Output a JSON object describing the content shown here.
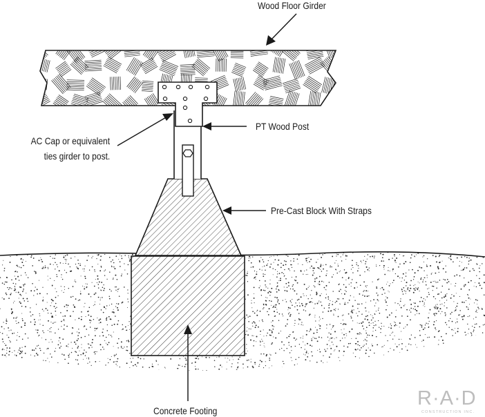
{
  "labels": {
    "girder": "Wood Floor Girder",
    "post": "PT Wood Post",
    "cap_line1": "AC Cap or equivalent",
    "cap_line2": "ties girder to post.",
    "block": "Pre-Cast Block With Straps",
    "footing": "Concrete Footing"
  },
  "logo": {
    "mark": "R·A·D",
    "subtitle": "CONSTRUCTION INC."
  },
  "colors": {
    "line": "#1a1a1a",
    "soil_dots": "#2a2a2a",
    "logo": "#bdbdbd"
  }
}
